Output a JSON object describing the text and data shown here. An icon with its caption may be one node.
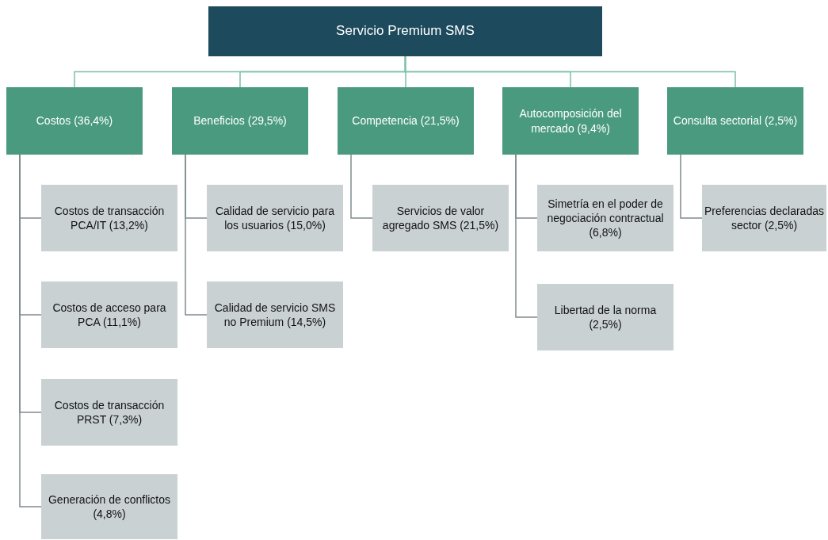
{
  "diagram": {
    "nodes": [
      {
        "text": [
          "Servicio Premium SMS"
        ]
      },
      {
        "text": [
          "Costos (36,4%)"
        ]
      },
      {
        "text": [
          "Beneficios (29,5%)"
        ]
      },
      {
        "text": [
          "Competencia (21,5%)"
        ]
      },
      {
        "text": [
          "Autocomposición del mercado (9,4%)"
        ]
      },
      {
        "text": [
          "Consulta sectorial (2,5%)"
        ]
      },
      {
        "text": [
          "Costos de transacción PCA/IT (13,2%)"
        ]
      },
      {
        "text": [
          "Costos de acceso para PCA (11,1%)"
        ]
      },
      {
        "text": [
          "Costos de transacción PRST (7,3%)"
        ]
      },
      {
        "text": [
          "Generación de conflictos (4,8%)"
        ]
      },
      {
        "text": [
          "Calidad de servicio para los usuarios (15,0%)"
        ]
      },
      {
        "text": [
          "Calidad de servicio SMS no Premium (14,5%)"
        ]
      },
      {
        "text": [
          "Servicios de valor agregado SMS (21,5%)"
        ]
      },
      {
        "text": [
          "Simetría en el poder de negociación contractual (6,8%)"
        ]
      },
      {
        "text": [
          "Libertad de la norma (2,5%)"
        ]
      },
      {
        "text": [
          "Preferencias declaradas sector (2,5%)"
        ]
      }
    ],
    "edges": [
      {
        "from": 0,
        "to": 1,
        "arrow": "none"
      },
      {
        "from": 0,
        "to": 2,
        "arrow": "none"
      },
      {
        "from": 0,
        "to": 3,
        "arrow": "none"
      },
      {
        "from": 0,
        "to": 4,
        "arrow": "none"
      },
      {
        "from": 0,
        "to": 5,
        "arrow": "none"
      },
      {
        "from": 1,
        "to": 6,
        "arrow": "none"
      },
      {
        "from": 1,
        "to": 7,
        "arrow": "none"
      },
      {
        "from": 1,
        "to": 8,
        "arrow": "none"
      },
      {
        "from": 1,
        "to": 9,
        "arrow": "none"
      },
      {
        "from": 2,
        "to": 10,
        "arrow": "none"
      },
      {
        "from": 2,
        "to": 11,
        "arrow": "none"
      },
      {
        "from": 3,
        "to": 12,
        "arrow": "none"
      },
      {
        "from": 4,
        "to": 13,
        "arrow": "none"
      },
      {
        "from": 4,
        "to": 14,
        "arrow": "none"
      },
      {
        "from": 5,
        "to": 15,
        "arrow": "none"
      }
    ]
  }
}
